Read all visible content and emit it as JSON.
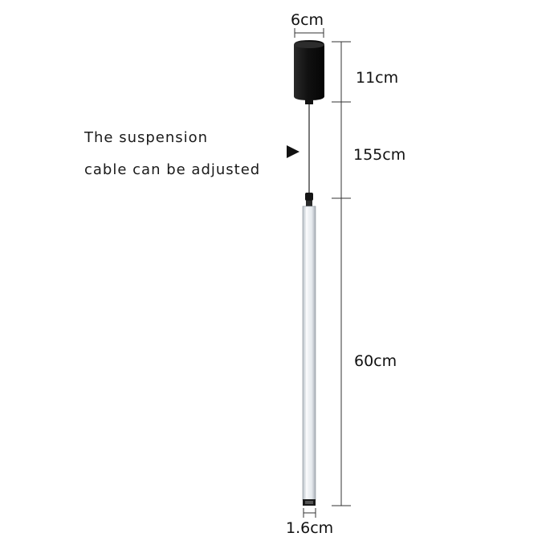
{
  "note": {
    "line1": "The suspension",
    "line2": "cable can be adjusted"
  },
  "dimensions": {
    "canopy_width": "6cm",
    "canopy_height": "11cm",
    "cable_length": "155cm",
    "tube_length": "60cm",
    "tube_diameter": "1.6cm"
  },
  "colors": {
    "canopy": "#111111",
    "cable": "#222222",
    "tube": "#eef1f4",
    "dimension_line": "#333333"
  },
  "icons": {
    "pointer": "right-triangle-arrow"
  }
}
